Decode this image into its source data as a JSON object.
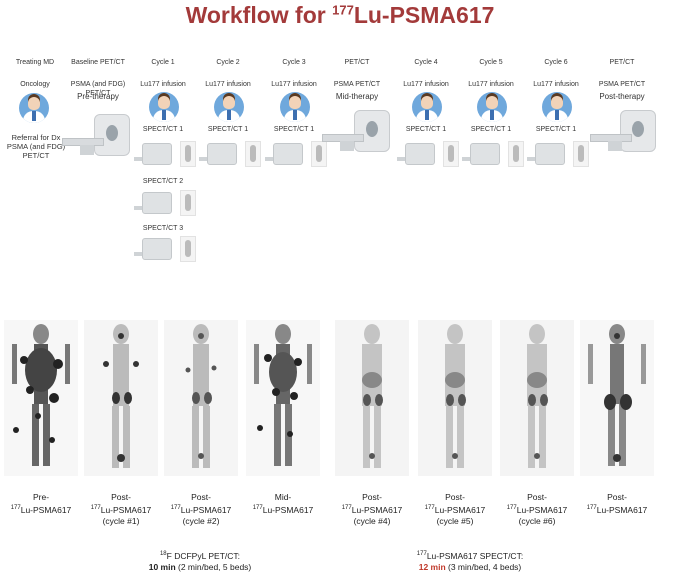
{
  "title": {
    "prefix": "Workflow for ",
    "sup": "177",
    "main": "Lu-PSMA617"
  },
  "columns": [
    {
      "header": "Treating MD",
      "sub": "Oncology",
      "note": "Referral for Dx PSMA (and FDG) PET/CT"
    },
    {
      "header": "Baseline PET/CT",
      "sub": "PSMA (and FDG) PET/CT",
      "note": "Pre-therapy"
    },
    {
      "header": "Cycle 1",
      "sub": "Lu177 infusion",
      "note": "SPECT/CT 1"
    },
    {
      "header": "Cycle 2",
      "sub": "Lu177 infusion",
      "note": "SPECT/CT 1"
    },
    {
      "header": "Cycle 3",
      "sub": "Lu177 infusion",
      "note": "SPECT/CT 1"
    },
    {
      "header": "PET/CT",
      "sub": "PSMA PET/CT",
      "note": "Mid-therapy"
    },
    {
      "header": "Cycle 4",
      "sub": "Lu177 infusion",
      "note": "SPECT/CT 1"
    },
    {
      "header": "Cycle 5",
      "sub": "Lu177 infusion",
      "note": "SPECT/CT 1"
    },
    {
      "header": "Cycle 6",
      "sub": "Lu177 infusion",
      "note": "SPECT/CT 1"
    },
    {
      "header": "PET/CT",
      "sub": "PSMA PET/CT",
      "note": "Post-therapy"
    }
  ],
  "extra_spect": [
    "SPECT/CT 2",
    "SPECT/CT 3"
  ],
  "captions": [
    {
      "l1": "Pre-",
      "sup": "177",
      "l2": "Lu-PSMA617",
      "l3": ""
    },
    {
      "l1": "Post-",
      "sup": "177",
      "l2": "Lu-PSMA617",
      "l3": "(cycle #1)"
    },
    {
      "l1": "Post-",
      "sup": "177",
      "l2": "Lu-PSMA617",
      "l3": "(cycle #2)"
    },
    {
      "l1": "Mid-",
      "sup": "177",
      "l2": "Lu-PSMA617",
      "l3": ""
    },
    {
      "l1": "Post-",
      "sup": "177",
      "l2": "Lu-PSMA617",
      "l3": "(cycle #4)"
    },
    {
      "l1": "Post-",
      "sup": "177",
      "l2": "Lu-PSMA617",
      "l3": "(cycle #5)"
    },
    {
      "l1": "Post-",
      "sup": "177",
      "l2": "Lu-PSMA617",
      "l3": "(cycle #6)"
    },
    {
      "l1": "Post-",
      "sup": "177",
      "l2": "Lu-PSMA617",
      "l3": ""
    }
  ],
  "notes": {
    "pet": {
      "sup": "18",
      "l1": "F DCFPyL PET/CT:",
      "time": "10 min",
      "detail": " (2 min/bed, 5 beds)"
    },
    "spect": {
      "sup": "177",
      "l1": "Lu-PSMA617 SPECT/CT:",
      "time": "12 min",
      "detail": " (3 min/bed, 4 beds)"
    }
  },
  "colors": {
    "title": "#a33a3a",
    "accent_red": "#c0392b",
    "doctor_circle": "#6fa8dc"
  }
}
